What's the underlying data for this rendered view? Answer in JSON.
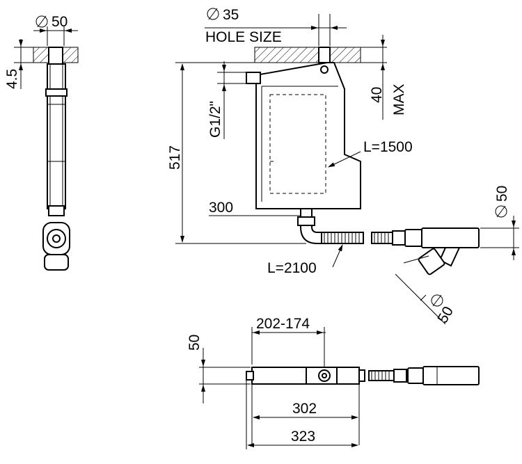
{
  "dimensions": {
    "dia_50_top": "50",
    "offset_4_5": "4.5",
    "dia_35": "35",
    "hole_size": "HOLE SIZE",
    "max_40": "40",
    "max_label": "MAX",
    "g_half": "G1/2\"",
    "height_517": "517",
    "depth_300": "300",
    "pipe_l1500": "L=1500",
    "pipe_l2100": "L=2100",
    "dia_50_outlet": "50",
    "dia_50_branch": "50",
    "span_202_174": "202-174",
    "height_50": "50",
    "width_302": "302",
    "width_323": "323"
  }
}
